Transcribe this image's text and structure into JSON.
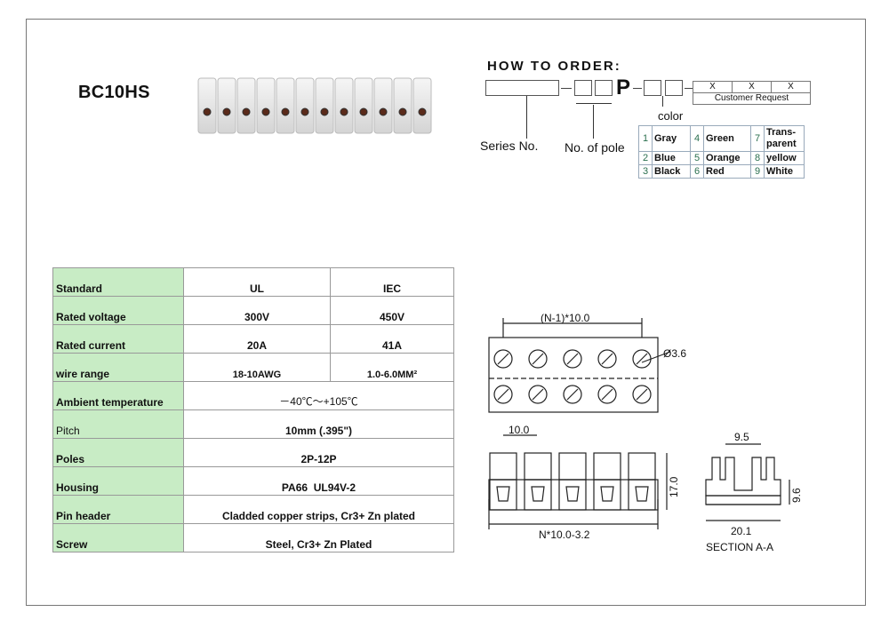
{
  "model": "BC10HS",
  "how_to_order": {
    "title": "HOW TO ORDER:",
    "p_letter": "P",
    "x_values": [
      "X",
      "X",
      "X"
    ],
    "customer_request": "Customer Request",
    "series_label": "Series No.",
    "pole_label": "No. of pole",
    "color_label": "color",
    "colors": [
      [
        {
          "n": "1",
          "c": "Gray"
        },
        {
          "n": "4",
          "c": "Green"
        },
        {
          "n": "7",
          "c": "Trans-\nparent"
        }
      ],
      [
        {
          "n": "2",
          "c": "Blue"
        },
        {
          "n": "5",
          "c": "Orange"
        },
        {
          "n": "8",
          "c": "yellow"
        }
      ],
      [
        {
          "n": "3",
          "c": "Black"
        },
        {
          "n": "6",
          "c": "Red"
        },
        {
          "n": "9",
          "c": "White"
        }
      ]
    ]
  },
  "spec": {
    "header": [
      "Standard",
      "UL",
      "IEC"
    ],
    "rows_split": [
      [
        "Rated voltage",
        "300V",
        "450V"
      ],
      [
        "Rated current",
        "20A",
        "41A"
      ],
      [
        "wire range",
        "18-10AWG",
        "1.0-6.0MM²"
      ]
    ],
    "rows_span": [
      [
        "Ambient temperature",
        "－40℃～+105℃"
      ],
      [
        "Pitch",
        "10mm (.395\")"
      ],
      [
        "Poles",
        "2P-12P"
      ],
      [
        "Housing",
        "PA66  UL94V-2"
      ],
      [
        "Pin header",
        "Cladded copper strips, Cr3+ Zn plated"
      ],
      [
        "Screw",
        "Steel, Cr3+ Zn Plated"
      ]
    ]
  },
  "drawing": {
    "top_dim": "(N-1)*10.0",
    "hole_dim": "Ø3.6",
    "pitch_dim": "10.0",
    "height_dim": "17.0",
    "bottom_dim": "N*10.0-3.2",
    "section_width": "9.5",
    "section_height": "9.6",
    "section_base": "20.1",
    "section_label": "SECTION A-A"
  }
}
